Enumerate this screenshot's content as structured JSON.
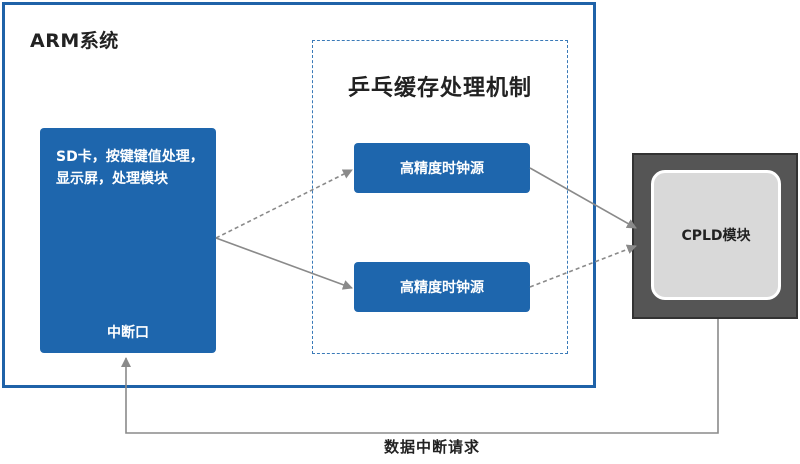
{
  "arm_system": {
    "title": "ARM系统"
  },
  "pingpong": {
    "title": "乒乓缓存处理机制"
  },
  "arm_block": {
    "line1": "SD卡，按键键值处理，",
    "line2": "显示屏，处理模块",
    "interrupt_port": "中断口"
  },
  "clock_sources": [
    {
      "label": "高精度时钟源"
    },
    {
      "label": "高精度时钟源"
    }
  ],
  "cpld": {
    "label": "CPLD模块"
  },
  "feedback": {
    "label": "数据中断请求"
  },
  "colors": {
    "block_blue": "#1e66ad",
    "frame_blue": "#1f62a8",
    "arrow_gray": "#8a8a8a",
    "cpld_outer": "#555555",
    "cpld_inner": "#d9d9d9"
  }
}
